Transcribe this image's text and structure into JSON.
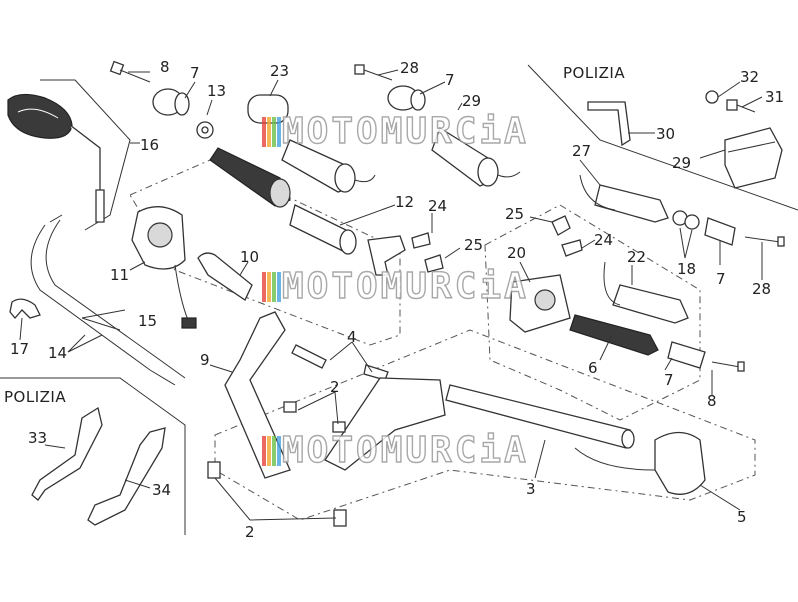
{
  "sections": {
    "police_top": "POLIZIA",
    "police_bottom": "POLIZIA"
  },
  "watermark": "MOTOMURCiA",
  "watermark_colors": [
    "#e8423a",
    "#f0a830",
    "#6cbf4a",
    "#4aa0e0"
  ],
  "callouts": [
    {
      "id": "c8a",
      "text": "8"
    },
    {
      "id": "c7a",
      "text": "7"
    },
    {
      "id": "c13",
      "text": "13"
    },
    {
      "id": "c23",
      "text": "23"
    },
    {
      "id": "c28a",
      "text": "28"
    },
    {
      "id": "c7b",
      "text": "7"
    },
    {
      "id": "c29a",
      "text": "29"
    },
    {
      "id": "c32",
      "text": "32"
    },
    {
      "id": "c31",
      "text": "31"
    },
    {
      "id": "c30",
      "text": "30"
    },
    {
      "id": "c29b",
      "text": "29"
    },
    {
      "id": "c16",
      "text": "16"
    },
    {
      "id": "c27",
      "text": "27"
    },
    {
      "id": "c12",
      "text": "12"
    },
    {
      "id": "c24a",
      "text": "24"
    },
    {
      "id": "c25a",
      "text": "25"
    },
    {
      "id": "c25b",
      "text": "25"
    },
    {
      "id": "c24b",
      "text": "24"
    },
    {
      "id": "c18",
      "text": "18"
    },
    {
      "id": "c7c",
      "text": "7"
    },
    {
      "id": "c28b",
      "text": "28"
    },
    {
      "id": "c10",
      "text": "10"
    },
    {
      "id": "c11",
      "text": "11"
    },
    {
      "id": "c20",
      "text": "20"
    },
    {
      "id": "c22",
      "text": "22"
    },
    {
      "id": "c15",
      "text": "15"
    },
    {
      "id": "c17",
      "text": "17"
    },
    {
      "id": "c14",
      "text": "14"
    },
    {
      "id": "c4",
      "text": "4"
    },
    {
      "id": "c9",
      "text": "9"
    },
    {
      "id": "c6",
      "text": "6"
    },
    {
      "id": "c7d",
      "text": "7"
    },
    {
      "id": "c8b",
      "text": "8"
    },
    {
      "id": "c2a",
      "text": "2"
    },
    {
      "id": "c33",
      "text": "33"
    },
    {
      "id": "c34",
      "text": "34"
    },
    {
      "id": "c3",
      "text": "3"
    },
    {
      "id": "c5",
      "text": "5"
    },
    {
      "id": "c2b",
      "text": "2"
    }
  ]
}
